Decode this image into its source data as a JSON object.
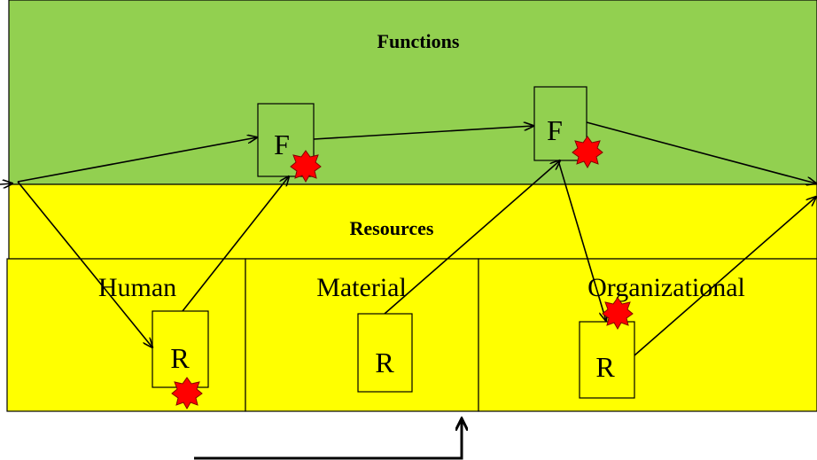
{
  "diagram": {
    "top_title": "Functions",
    "middle_title": "Resources",
    "columns": [
      "Human",
      "Material",
      "Organizational"
    ],
    "function_box_label": "F",
    "resource_box_label": "R",
    "colors": {
      "functions_band": "#92D050",
      "resources_band": "#FFFF00",
      "marker": "#FF0000"
    }
  }
}
